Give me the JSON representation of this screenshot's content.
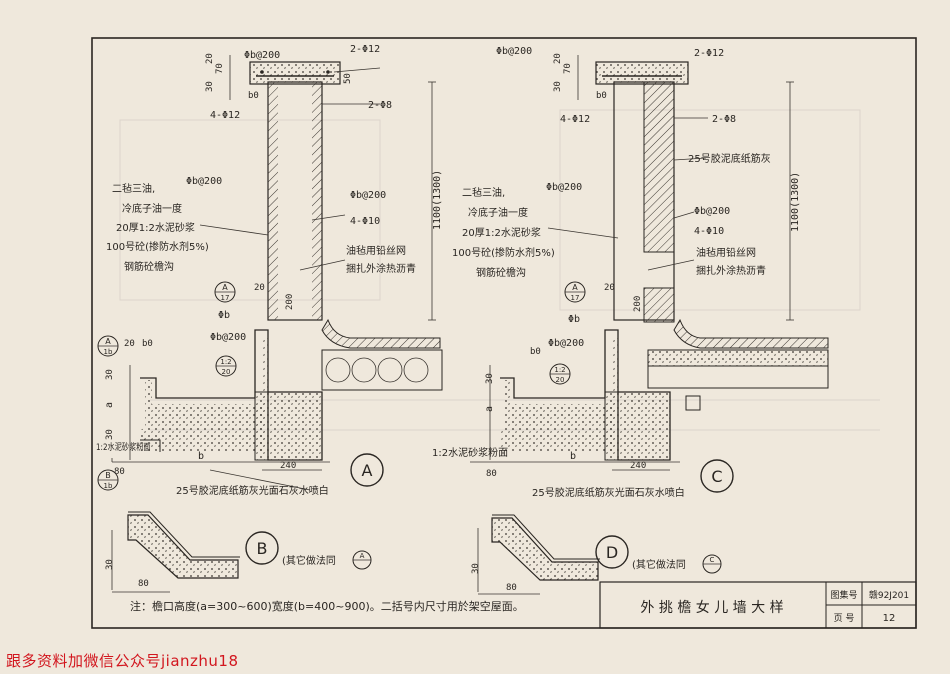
{
  "watermark": "跟多资料加微信公众号jianzhu18",
  "title_block": {
    "title": "外 挑 檐 女 儿 墙 大 样",
    "atlas_label": "图集号",
    "atlas_value": "赣92J201",
    "page_label": "页 号",
    "page_value": "12"
  },
  "note": "注：檐口高度(a=300~600)宽度(b=400~900)。二括号内尺寸用於架空屋面。",
  "detail_A": {
    "bubble": "A",
    "top_rebar": "Φb@200",
    "rebar_2_12": "2-Φ12",
    "rebar_4_12": "4-Φ12",
    "rebar_2_8": "2-Φ8",
    "dims_top": [
      "30",
      "70",
      "20"
    ],
    "dim_b0": "b0",
    "dim_50": "50",
    "rebar_phi_b_200_mid": "Φb@200",
    "rebar_phi_b_200_left": "Φb@200",
    "rebar_4_10": "4-Φ10",
    "height_dim": "1100(1300)",
    "layers": [
      "二毡三油,",
      "冷底子油一度",
      "20厚1:2水泥砂浆",
      "100号砼(掺防水剂5%)",
      "钢筋砼檐沟"
    ],
    "right_layers": [
      "油毡用铅丝网",
      "捆扎外涂热沥青"
    ],
    "ref_A": "A",
    "ref_17": "17",
    "phi_b": "Φb",
    "phi_b_200_low": "Φb@200",
    "dim_200": "200",
    "dim_20": "20",
    "ratio_top": "1:2",
    "ratio_bot": "20",
    "ref_A_left": "A",
    "ref_1b_left": "1b",
    "dim_20_left": "20",
    "dim_b0_left": "b0",
    "dim_30": "30",
    "dim_a": "a",
    "dim_30_bottom": "30",
    "drip_note": "1:2水泥砂浆粉面",
    "dim_80": "80",
    "dim_b": "b",
    "dim_240": "240",
    "bottom_note": "25号胶泥底纸筋灰光面石灰水喷白"
  },
  "detail_B": {
    "bubble": "B",
    "ref_B": "B",
    "ref_1b": "1b",
    "dim_30": "30",
    "dim_80": "80",
    "note": "(其它做法同",
    "ref_circle": "A"
  },
  "detail_C": {
    "bubble": "C",
    "top_rebar": "Φb@200",
    "rebar_2_12": "2-Φ12",
    "rebar_4_12": "4-Φ12",
    "rebar_2_8": "2-Φ8",
    "dims_top": [
      "30",
      "70",
      "20"
    ],
    "dim_b0": "b0",
    "wall_note": "25号胶泥底纸筋灰",
    "height_dim": "1100(1300)",
    "rebar_phi_b_200_left": "Φb@200",
    "rebar_phi_b_200_mid": "Φb@200",
    "rebar_4_10": "4-Φ10",
    "layers": [
      "二毡三油,",
      "冷底子油一度",
      "20厚1:2水泥砂浆",
      "100号砼(掺防水剂5%)",
      "钢筋砼檐沟"
    ],
    "right_layers": [
      "油毡用铅丝网",
      "捆扎外涂热沥青"
    ],
    "ref_A": "A",
    "ref_17": "17",
    "phi_b": "Φb",
    "phi_b_200_low": "Φb@200",
    "dim_200": "200",
    "dim_20": "20",
    "dim_b0_low": "b0",
    "ratio_top": "1:2",
    "ratio_bot": "20",
    "dim_30": "30",
    "dim_a": "a",
    "drip_note": "1:2水泥砂浆粉面",
    "dim_80": "80",
    "dim_b": "b",
    "dim_240": "240",
    "bottom_note": "25号胶泥底纸筋灰光面石灰水喷白"
  },
  "detail_D": {
    "bubble": "D",
    "note": "(其它做法同",
    "ref_circle": "C",
    "dim_30": "30",
    "dim_80": "80"
  }
}
